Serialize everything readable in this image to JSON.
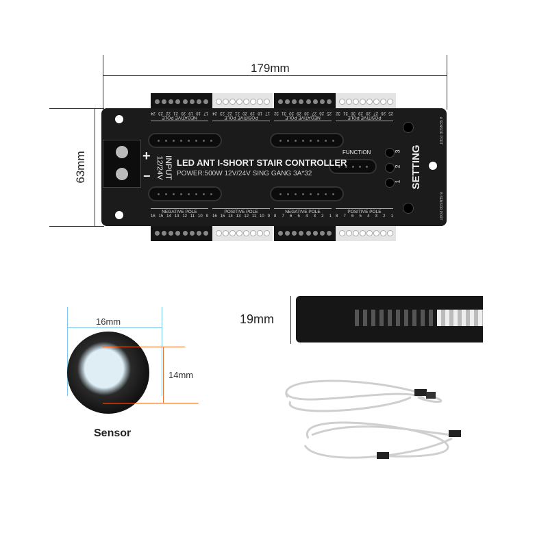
{
  "dimensions": {
    "length": "179mm",
    "width": "63mm",
    "height": "19mm",
    "sensor_diameter": "16mm",
    "sensor_height": "14mm"
  },
  "controller": {
    "title": "LED ANT I-SHORT STAIR CONTROLLER",
    "subtitle": "POWER:500W 12V/24V SING GANG 3A*32",
    "input_label": "INPUT",
    "input_voltage": "12/24V",
    "plus": "+",
    "minus": "−",
    "function_label": "FUNCTION",
    "setting_label": "SETTING",
    "setting_buttons": [
      "3",
      "2",
      "1"
    ],
    "a_sensor_port": "A SENSOR PORT",
    "b_sensor_port": "B SENSOR PORT",
    "top_groups": [
      {
        "label": "NEGATIVE POLE",
        "numbers": [
          "17",
          "18",
          "19",
          "20",
          "21",
          "22",
          "23",
          "24"
        ]
      },
      {
        "label": "POSITIVE POLE",
        "numbers": [
          "17",
          "18",
          "19",
          "20",
          "21",
          "22",
          "23",
          "24"
        ]
      },
      {
        "label": "NEGATIVE POLE",
        "numbers": [
          "25",
          "26",
          "27",
          "28",
          "29",
          "30",
          "31",
          "32"
        ]
      },
      {
        "label": "POSITIVE POLE",
        "numbers": [
          "25",
          "26",
          "27",
          "28",
          "29",
          "30",
          "31",
          "32"
        ]
      }
    ],
    "bottom_groups": [
      {
        "label": "NEGATIVE POLE",
        "numbers": [
          "16",
          "15",
          "14",
          "13",
          "12",
          "11",
          "10",
          "9"
        ]
      },
      {
        "label": "POSITIVE POLE",
        "numbers": [
          "16",
          "15",
          "14",
          "13",
          "12",
          "11",
          "10",
          "9"
        ]
      },
      {
        "label": "NEGATIVE POLE",
        "numbers": [
          "8",
          "7",
          "6",
          "5",
          "4",
          "3",
          "2",
          "1"
        ]
      },
      {
        "label": "POSITIVE POLE",
        "numbers": [
          "8",
          "7",
          "6",
          "5",
          "4",
          "3",
          "2",
          "1"
        ]
      }
    ]
  },
  "sensor": {
    "caption": "Sensor"
  }
}
